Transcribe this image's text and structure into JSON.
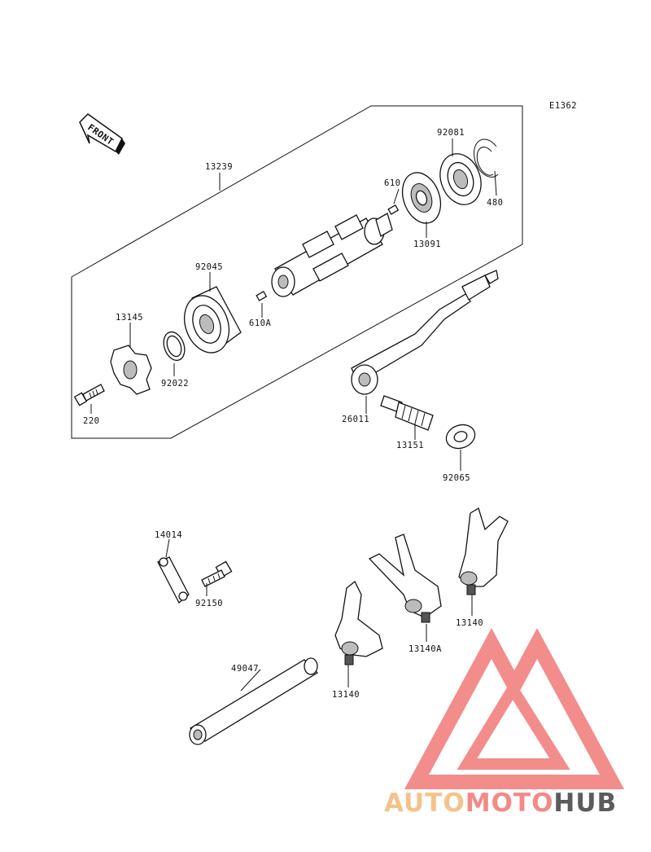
{
  "diagram_code": "E1362",
  "front_label": "FRONT",
  "parts": [
    {
      "id": "p13239",
      "number": "13239"
    },
    {
      "id": "p92081",
      "number": "92081"
    },
    {
      "id": "p480",
      "number": "480"
    },
    {
      "id": "p610",
      "number": "610"
    },
    {
      "id": "p13091",
      "number": "13091"
    },
    {
      "id": "p92045",
      "number": "92045"
    },
    {
      "id": "p610A",
      "number": "610A"
    },
    {
      "id": "p13145",
      "number": "13145"
    },
    {
      "id": "p92022",
      "number": "92022"
    },
    {
      "id": "p220",
      "number": "220"
    },
    {
      "id": "p26011",
      "number": "26011"
    },
    {
      "id": "p13151",
      "number": "13151"
    },
    {
      "id": "p92065",
      "number": "92065"
    },
    {
      "id": "p14014",
      "number": "14014"
    },
    {
      "id": "p92150",
      "number": "92150"
    },
    {
      "id": "p13140a",
      "number": "13140"
    },
    {
      "id": "p13140A",
      "number": "13140A"
    },
    {
      "id": "p13140b",
      "number": "13140"
    },
    {
      "id": "p49047",
      "number": "49047"
    }
  ],
  "watermark": {
    "auto": "AUTO",
    "moto": "MOTO",
    "hub": "HUB",
    "color_auto": "#f5c28c",
    "color_moto": "#f28a86",
    "color_hub": "#5c5c5c",
    "logo_color": "#f07a78"
  }
}
